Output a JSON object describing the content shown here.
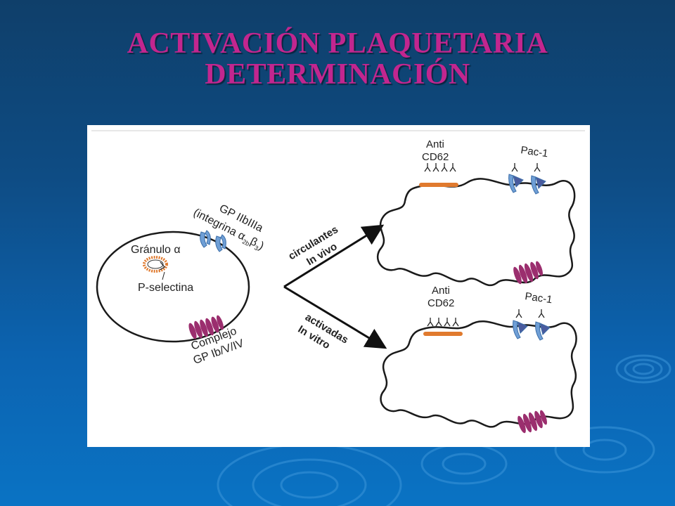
{
  "slide": {
    "title_line1": "ACTIVACIÓN PLAQUETARIA",
    "title_line2": "DETERMINACIÓN"
  },
  "colors": {
    "title": "#c2268f",
    "background": "#0c5a9e",
    "membrane_complex": "#9b2e6e",
    "integrin": "#6f9fd6",
    "granule": "#e07a2e"
  },
  "diagram": {
    "resting_platelet": {
      "granule_label": "Gránulo α",
      "p_selectin_label": "P-selectina",
      "integrin_label_1": "GP IIbIIIa",
      "integrin_label_2": "(integrina α",
      "integrin_sub": "2b",
      "integrin_beta": "β",
      "integrin_sub2": "3",
      "integrin_close": ")",
      "complex_label_1": "Complejo",
      "complex_label_2": "GP Ib/V/IV"
    },
    "arrow_top": {
      "label_1": "circulantes",
      "label_2": "In vivo"
    },
    "arrow_bottom": {
      "label_1": "activadas",
      "label_2": "In vitro"
    },
    "activated_top": {
      "anti_label_1": "Anti",
      "anti_label_2": "CD62",
      "pac_label": "Pac-1"
    },
    "activated_bottom": {
      "anti_label_1": "Anti",
      "anti_label_2": "CD62",
      "pac_label": "Pac-1"
    }
  }
}
